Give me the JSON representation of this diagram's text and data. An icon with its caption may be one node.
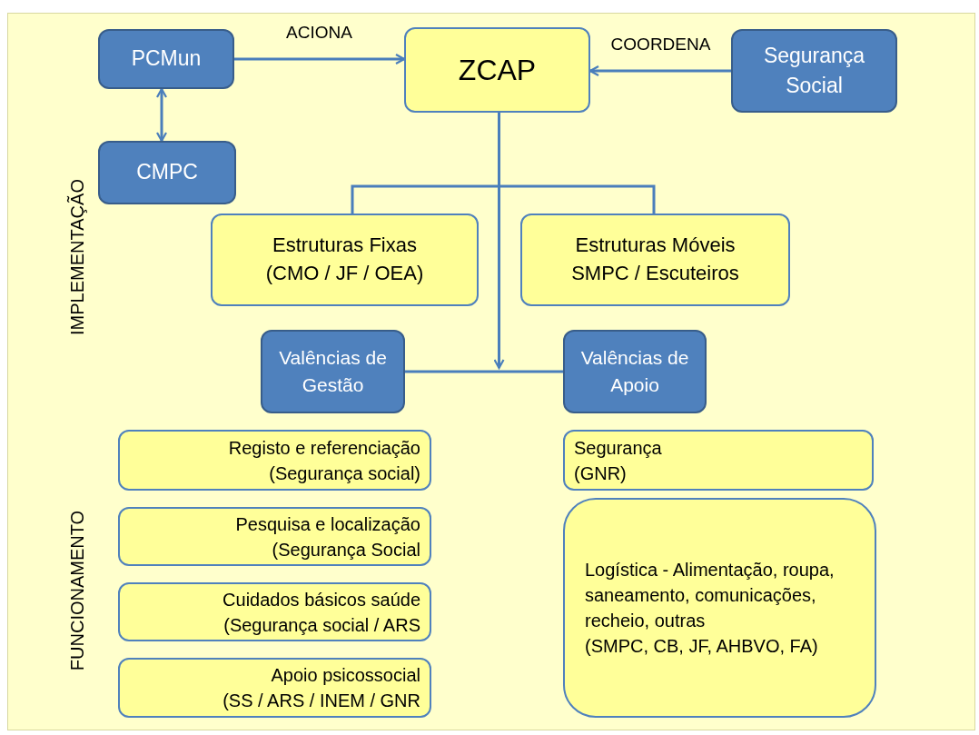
{
  "diagram": {
    "nodes": [
      {
        "text": [
          "PCMun"
        ]
      },
      {
        "text": [
          "ZCAP"
        ]
      },
      {
        "text": [
          "Segurança Social"
        ]
      },
      {
        "text": [
          "CMPC"
        ]
      },
      {
        "text": [
          "Estruturas Fixas",
          "(CMO / JF / OEA)"
        ]
      },
      {
        "text": [
          "Estruturas Móveis",
          "SMPC / Escuteiros"
        ]
      },
      {
        "text": [
          "Valências de Gestão"
        ]
      },
      {
        "text": [
          "Valências de Apoio"
        ]
      },
      {
        "text": [
          "Registo e referenciação",
          "(Segurança social)"
        ]
      },
      {
        "text": [
          "Pesquisa e localização",
          "(Segurança Social"
        ]
      },
      {
        "text": [
          "Cuidados básicos saúde",
          "(Segurança social / ARS"
        ]
      },
      {
        "text": [
          "Apoio psicossocial",
          "(SS / ARS / INEM / GNR"
        ]
      },
      {
        "text": [
          "Segurança",
          "(GNR)"
        ]
      },
      {
        "text": [
          "Logística - Alimentação, roupa, saneamento, comunicações, recheio, outras",
          "(SMPC, CB, JF, AHBVO, FA)"
        ]
      }
    ],
    "edges": [
      {
        "from": 0,
        "to": 1,
        "arrow": "to",
        "label": "ACIONA"
      },
      {
        "from": 2,
        "to": 1,
        "arrow": "to",
        "label": "COORDENA"
      },
      {
        "from": 0,
        "to": 3,
        "arrow": "both"
      },
      {
        "from": 1,
        "to": 4,
        "arrow": "none"
      },
      {
        "from": 1,
        "to": 5,
        "arrow": "none"
      },
      {
        "from": 1,
        "to": null,
        "arrow": "to"
      },
      {
        "from": 6,
        "to": 7,
        "arrow": "none"
      }
    ],
    "labels": [
      "IMPLEMENTAÇÃO",
      "FUNCIONAMENTO"
    ]
  }
}
